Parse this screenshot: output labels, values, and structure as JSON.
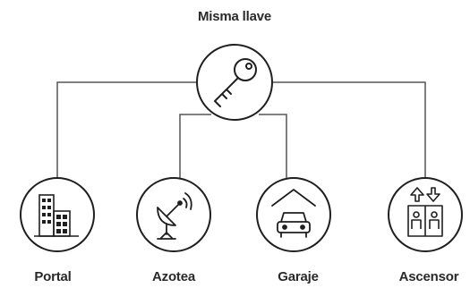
{
  "title": "Misma llave",
  "root": {
    "icon": "key-icon"
  },
  "nodes": [
    {
      "label": "Portal",
      "icon": "building-icon"
    },
    {
      "label": "Azotea",
      "icon": "satellite-dish-icon"
    },
    {
      "label": "Garaje",
      "icon": "garage-car-icon"
    },
    {
      "label": "Ascensor",
      "icon": "elevator-icon"
    }
  ],
  "colors": {
    "stroke": "#1f1f1f",
    "connector": "#555555",
    "text": "#2a2a2a"
  }
}
